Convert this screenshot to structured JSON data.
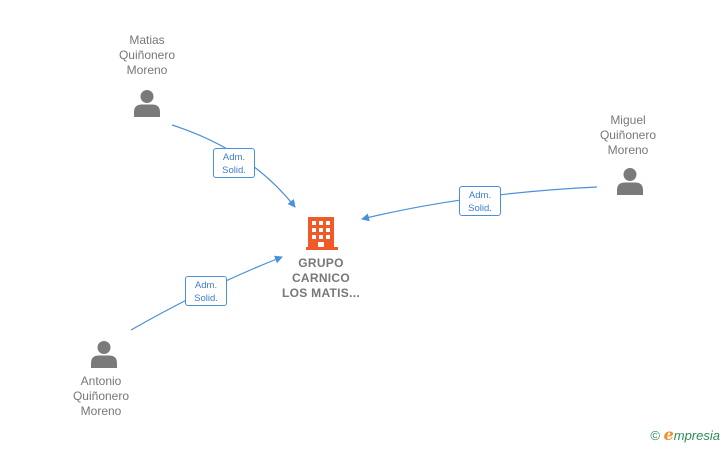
{
  "nodes": {
    "company": {
      "lines": [
        "GRUPO",
        "CARNICO",
        "LOS MATIS..."
      ],
      "icon": "building-icon",
      "color": "#f05a28"
    },
    "person_top_left": {
      "lines": [
        "Matias",
        "Quiñonero",
        "Moreno"
      ],
      "icon": "person-icon"
    },
    "person_right": {
      "lines": [
        "Miguel",
        "Quiñonero",
        "Moreno"
      ],
      "icon": "person-icon"
    },
    "person_bottom_left": {
      "lines": [
        "Antonio",
        "Quiñonero",
        "Moreno"
      ],
      "icon": "person-icon"
    }
  },
  "edges": [
    {
      "from": "person_top_left",
      "to": "company",
      "label": [
        "Adm.",
        "Solid."
      ]
    },
    {
      "from": "person_right",
      "to": "company",
      "label": [
        "Adm.",
        "Solid."
      ]
    },
    {
      "from": "person_bottom_left",
      "to": "company",
      "label": [
        "Adm.",
        "Solid."
      ]
    }
  ],
  "colors": {
    "edge": "#4a90d9",
    "person": "#7a7a7a",
    "text": "#777777"
  },
  "watermark": {
    "symbol": "©",
    "brand_initial": "e",
    "brand_rest": "mpresia"
  }
}
